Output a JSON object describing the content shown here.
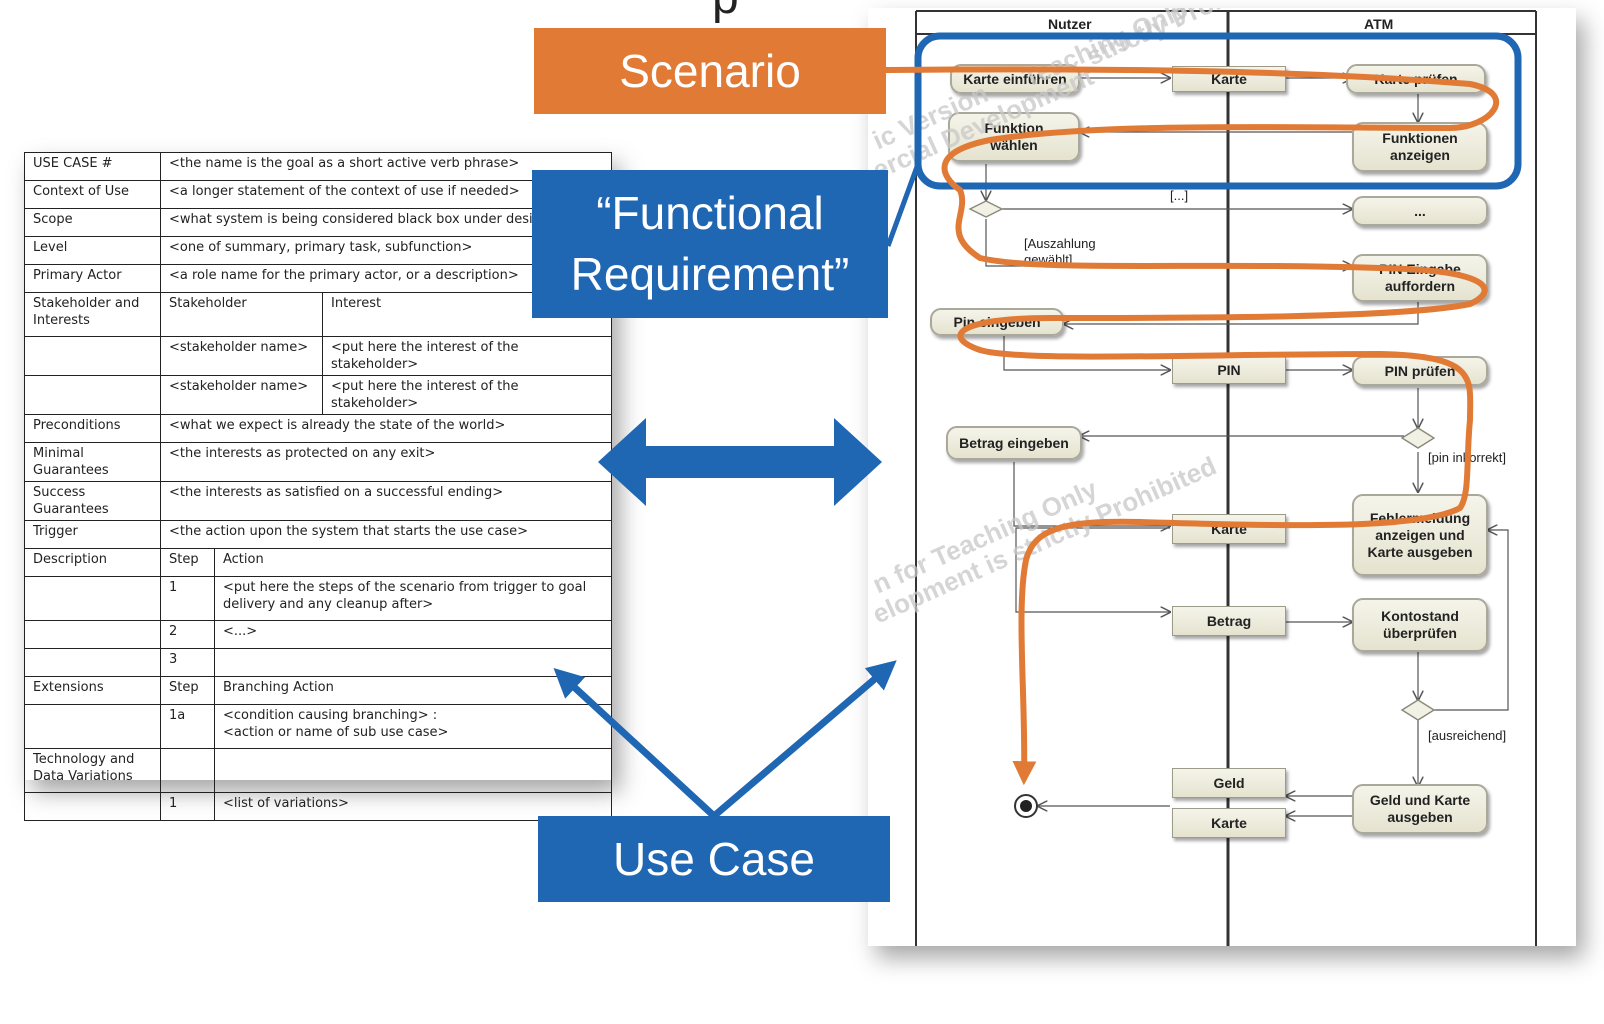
{
  "use_case_table": {
    "rows": [
      {
        "label": "USE CASE #",
        "value": "<the name is the goal as a short active verb phrase>"
      },
      {
        "label": "Context of Use",
        "value": "<a longer statement of the context of use if needed>"
      },
      {
        "label": "Scope",
        "value": "<what system is being considered black box under design>"
      },
      {
        "label": "Level",
        "value": "<one of summary, primary task, subfunction>"
      },
      {
        "label": "Primary Actor",
        "value": "<a role name for the primary actor, or a description>"
      }
    ],
    "stakeholders": {
      "label": "Stakeholder and Interests",
      "col1": "Stakeholder",
      "col2": "Interest",
      "entries": [
        {
          "name": "<stakeholder name>",
          "interest": "<put here the interest of the stakeholder>"
        },
        {
          "name": "<stakeholder name>",
          "interest": "<put here the interest of the stakeholder>"
        }
      ]
    },
    "rows2": [
      {
        "label": "Preconditions",
        "value": "<what we expect is already the state of the world>"
      },
      {
        "label": "Minimal Guarantees",
        "value": "<the interests as protected on any exit>"
      },
      {
        "label": "Success Guarantees",
        "value": "<the interests as satisfied on a successful ending>"
      },
      {
        "label": "Trigger",
        "value": "<the action upon the system that starts the use case>"
      }
    ],
    "description": {
      "label": "Description",
      "col1": "Step",
      "col2": "Action",
      "steps": [
        {
          "step": "1",
          "action": "<put here the steps of the scenario from trigger to goal delivery and any cleanup after>"
        },
        {
          "step": "2",
          "action": "<...>"
        },
        {
          "step": "3",
          "action": ""
        }
      ]
    },
    "extensions": {
      "label": "Extensions",
      "col1": "Step",
      "col2": "Branching Action",
      "steps": [
        {
          "step": "1a",
          "action": "<condition causing branching> :\n<action or name of sub use case>"
        }
      ]
    },
    "variations": {
      "label": "Technology and Data Variations",
      "steps": [
        {
          "step": "1",
          "action": "<list of variations>"
        }
      ]
    }
  },
  "activity_diagram": {
    "lanes": [
      "Nutzer",
      "ATM"
    ],
    "actions": {
      "karte_einfuehren": "Karte einführen",
      "karte_pruefen": "Karte prüfen",
      "funktion_waehlen": "Funktion\nwählen",
      "funktionen_anzeigen": "Funktionen\nanzeigen",
      "dots": "...",
      "pin_eingabe": "PIN Eingabe\nauffordern",
      "pin_eingeben": "Pin eingeben",
      "pin_pruefen": "PIN prüfen",
      "betrag_eingeben": "Betrag eingeben",
      "fehlermeldung": "Fehlermeldung\nanzeigen und\nKarte ausgeben",
      "kontostand": "Kontostand\nüberprüfen",
      "geld_karte": "Geld und Karte\nausgeben"
    },
    "objects": {
      "karte_top": "Karte",
      "pin": "PIN",
      "karte_mid": "Karte",
      "betrag": "Betrag",
      "geld": "Geld",
      "karte_bottom": "Karte"
    },
    "guards": {
      "dots": "[...]",
      "auszahlung": "[Auszahlung\ngewählt]",
      "pin_inkorrekt": "[pin inkorrekt]",
      "ausreichend": "[ausreichend]"
    },
    "watermarks": [
      "Teaching Only",
      "strictly Prohibited",
      "ic Version",
      "ercial Development",
      "n for Teaching Only",
      "elopment is strictly Prohibited"
    ]
  },
  "callouts": {
    "scenario": "Scenario",
    "functional_requirement": "“Functional\nRequirement”",
    "use_case": "Use Case"
  },
  "colors": {
    "orange": "#e07a35",
    "blue": "#1f66b3",
    "activity_fill": "#ecebdb"
  }
}
